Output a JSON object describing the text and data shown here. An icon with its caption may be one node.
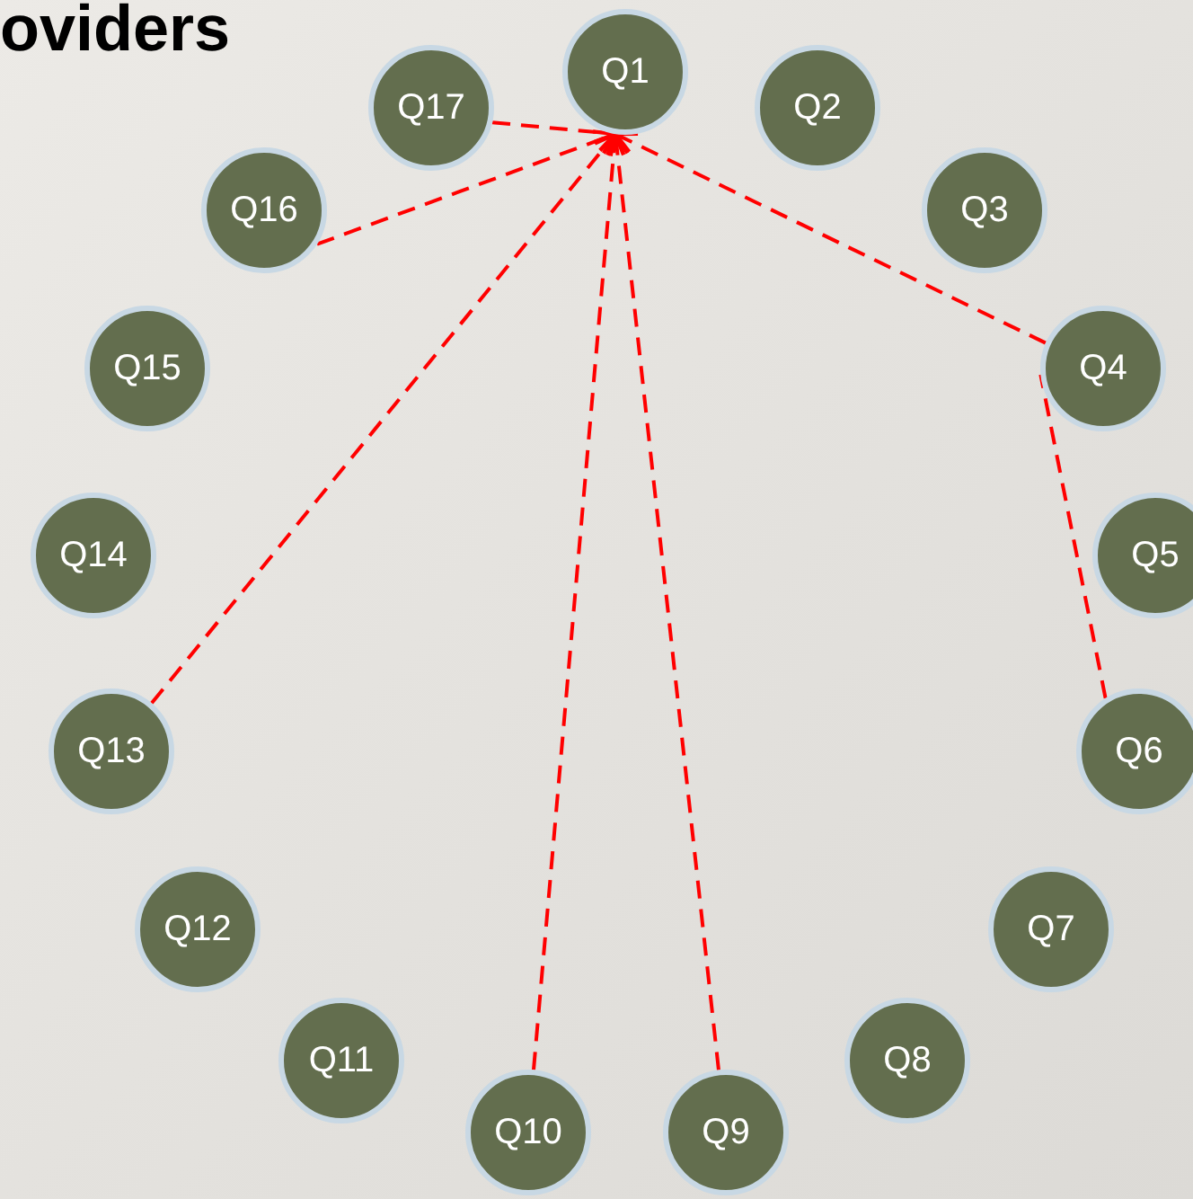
{
  "diagram": {
    "title": "oviders",
    "nodes": [
      {
        "text": [
          "Q1"
        ]
      },
      {
        "text": [
          "Q2"
        ]
      },
      {
        "text": [
          "Q3"
        ]
      },
      {
        "text": [
          "Q4"
        ]
      },
      {
        "text": [
          "Q5"
        ]
      },
      {
        "text": [
          "Q6"
        ]
      },
      {
        "text": [
          "Q7"
        ]
      },
      {
        "text": [
          "Q8"
        ]
      },
      {
        "text": [
          "Q9"
        ]
      },
      {
        "text": [
          "Q10"
        ]
      },
      {
        "text": [
          "Q11"
        ]
      },
      {
        "text": [
          "Q12"
        ]
      },
      {
        "text": [
          "Q13"
        ]
      },
      {
        "text": [
          "Q14"
        ]
      },
      {
        "text": [
          "Q15"
        ]
      },
      {
        "text": [
          "Q16"
        ]
      },
      {
        "text": [
          "Q17"
        ]
      }
    ],
    "edges": [
      {
        "from": 16,
        "to": 0,
        "arrow": "to",
        "style": "dashed"
      },
      {
        "from": 15,
        "to": 0,
        "arrow": "to",
        "style": "dashed"
      },
      {
        "from": 12,
        "to": 0,
        "arrow": "to",
        "style": "dashed"
      },
      {
        "from": 9,
        "to": 0,
        "arrow": "to",
        "style": "dashed"
      },
      {
        "from": 8,
        "to": 0,
        "arrow": "to",
        "style": "dashed"
      },
      {
        "from": 3,
        "to": 0,
        "arrow": "to",
        "style": "dashed"
      },
      {
        "from": 5,
        "to": 3,
        "arrow": "none",
        "style": "dashed"
      }
    ]
  }
}
